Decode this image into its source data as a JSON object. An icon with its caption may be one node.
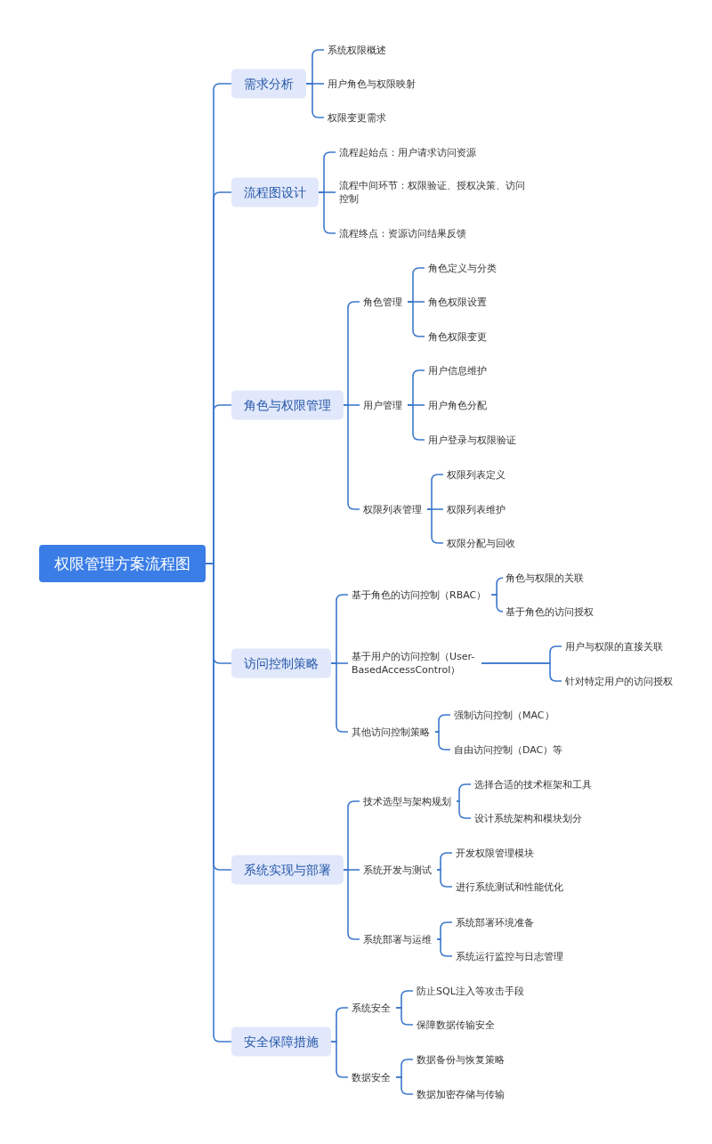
{
  "diagram": {
    "nodes": [
      {
        "text": [
          "权限管理方案流程图"
        ]
      },
      {
        "text": [
          "需求分析"
        ]
      },
      {
        "text": [
          "系统权限概述"
        ]
      },
      {
        "text": [
          "用户角色与权限映射"
        ]
      },
      {
        "text": [
          "权限变更需求"
        ]
      },
      {
        "text": [
          "流程图设计"
        ]
      },
      {
        "text": [
          "流程起始点：用户请求访问资源"
        ]
      },
      {
        "text": [
          "流程中间环节：权限验证、授权决策、访问控制"
        ]
      },
      {
        "text": [
          "流程终点：资源访问结果反馈"
        ]
      },
      {
        "text": [
          "角色与权限管理"
        ]
      },
      {
        "text": [
          "角色管理"
        ]
      },
      {
        "text": [
          "角色定义与分类"
        ]
      },
      {
        "text": [
          "角色权限设置"
        ]
      },
      {
        "text": [
          "角色权限变更"
        ]
      },
      {
        "text": [
          "用户管理"
        ]
      },
      {
        "text": [
          "用户信息维护"
        ]
      },
      {
        "text": [
          "用户角色分配"
        ]
      },
      {
        "text": [
          "用户登录与权限验证"
        ]
      },
      {
        "text": [
          "权限列表管理"
        ]
      },
      {
        "text": [
          "权限列表定义"
        ]
      },
      {
        "text": [
          "权限列表维护"
        ]
      },
      {
        "text": [
          "权限分配与回收"
        ]
      },
      {
        "text": [
          "访问控制策略"
        ]
      },
      {
        "text": [
          "基于角色的访问控制（RBAC）"
        ]
      },
      {
        "text": [
          "角色与权限的关联"
        ]
      },
      {
        "text": [
          "基于角色的访问授权"
        ]
      },
      {
        "text": [
          "基于用户的访问控制（User-BasedAccessControl）"
        ]
      },
      {
        "text": [
          "用户与权限的直接关联"
        ]
      },
      {
        "text": [
          "针对特定用户的访问授权"
        ]
      },
      {
        "text": [
          "其他访问控制策略"
        ]
      },
      {
        "text": [
          "强制访问控制（MAC）"
        ]
      },
      {
        "text": [
          "自由访问控制（DAC）等"
        ]
      },
      {
        "text": [
          "系统实现与部署"
        ]
      },
      {
        "text": [
          "技术选型与架构规划"
        ]
      },
      {
        "text": [
          "选择合适的技术框架和工具"
        ]
      },
      {
        "text": [
          "设计系统架构和模块划分"
        ]
      },
      {
        "text": [
          "系统开发与测试"
        ]
      },
      {
        "text": [
          "开发权限管理模块"
        ]
      },
      {
        "text": [
          "进行系统测试和性能优化"
        ]
      },
      {
        "text": [
          "系统部署与运维"
        ]
      },
      {
        "text": [
          "系统部署环境准备"
        ]
      },
      {
        "text": [
          "系统运行监控与日志管理"
        ]
      },
      {
        "text": [
          "安全保障措施"
        ]
      },
      {
        "text": [
          "系统安全"
        ]
      },
      {
        "text": [
          "防止SQL注入等攻击手段"
        ]
      },
      {
        "text": [
          "保障数据传输安全"
        ]
      },
      {
        "text": [
          "数据安全"
        ]
      },
      {
        "text": [
          "数据备份与恢复策略"
        ]
      },
      {
        "text": [
          "数据加密存储与传输"
        ]
      }
    ],
    "edges": [
      {
        "from": 0,
        "to": 1,
        "arrow": "none"
      },
      {
        "from": 1,
        "to": 2,
        "arrow": "none"
      },
      {
        "from": 1,
        "to": 3,
        "arrow": "none"
      },
      {
        "from": 1,
        "to": 4,
        "arrow": "none"
      },
      {
        "from": 0,
        "to": 5,
        "arrow": "none"
      },
      {
        "from": 5,
        "to": 6,
        "arrow": "none"
      },
      {
        "from": 5,
        "to": 7,
        "arrow": "none"
      },
      {
        "from": 5,
        "to": 8,
        "arrow": "none"
      },
      {
        "from": 0,
        "to": 9,
        "arrow": "none"
      },
      {
        "from": 9,
        "to": 10,
        "arrow": "none"
      },
      {
        "from": 10,
        "to": 11,
        "arrow": "none"
      },
      {
        "from": 10,
        "to": 12,
        "arrow": "none"
      },
      {
        "from": 10,
        "to": 13,
        "arrow": "none"
      },
      {
        "from": 9,
        "to": 14,
        "arrow": "none"
      },
      {
        "from": 14,
        "to": 15,
        "arrow": "none"
      },
      {
        "from": 14,
        "to": 16,
        "arrow": "none"
      },
      {
        "from": 14,
        "to": 17,
        "arrow": "none"
      },
      {
        "from": 9,
        "to": 18,
        "arrow": "none"
      },
      {
        "from": 18,
        "to": 19,
        "arrow": "none"
      },
      {
        "from": 18,
        "to": 20,
        "arrow": "none"
      },
      {
        "from": 18,
        "to": 21,
        "arrow": "none"
      },
      {
        "from": 0,
        "to": 22,
        "arrow": "none"
      },
      {
        "from": 22,
        "to": 23,
        "arrow": "none"
      },
      {
        "from": 23,
        "to": 24,
        "arrow": "none"
      },
      {
        "from": 23,
        "to": 25,
        "arrow": "none"
      },
      {
        "from": 22,
        "to": 26,
        "arrow": "none"
      },
      {
        "from": 26,
        "to": 27,
        "arrow": "none"
      },
      {
        "from": 26,
        "to": 28,
        "arrow": "none"
      },
      {
        "from": 22,
        "to": 29,
        "arrow": "none"
      },
      {
        "from": 29,
        "to": 30,
        "arrow": "none"
      },
      {
        "from": 29,
        "to": 31,
        "arrow": "none"
      },
      {
        "from": 0,
        "to": 32,
        "arrow": "none"
      },
      {
        "from": 32,
        "to": 33,
        "arrow": "none"
      },
      {
        "from": 33,
        "to": 34,
        "arrow": "none"
      },
      {
        "from": 33,
        "to": 35,
        "arrow": "none"
      },
      {
        "from": 32,
        "to": 36,
        "arrow": "none"
      },
      {
        "from": 36,
        "to": 37,
        "arrow": "none"
      },
      {
        "from": 36,
        "to": 38,
        "arrow": "none"
      },
      {
        "from": 32,
        "to": 39,
        "arrow": "none"
      },
      {
        "from": 39,
        "to": 40,
        "arrow": "none"
      },
      {
        "from": 39,
        "to": 41,
        "arrow": "none"
      },
      {
        "from": 0,
        "to": 42,
        "arrow": "none"
      },
      {
        "from": 42,
        "to": 43,
        "arrow": "none"
      },
      {
        "from": 43,
        "to": 44,
        "arrow": "none"
      },
      {
        "from": 43,
        "to": 45,
        "arrow": "none"
      },
      {
        "from": 42,
        "to": 46,
        "arrow": "none"
      },
      {
        "from": 46,
        "to": 47,
        "arrow": "none"
      },
      {
        "from": 46,
        "to": 48,
        "arrow": "none"
      }
    ]
  }
}
